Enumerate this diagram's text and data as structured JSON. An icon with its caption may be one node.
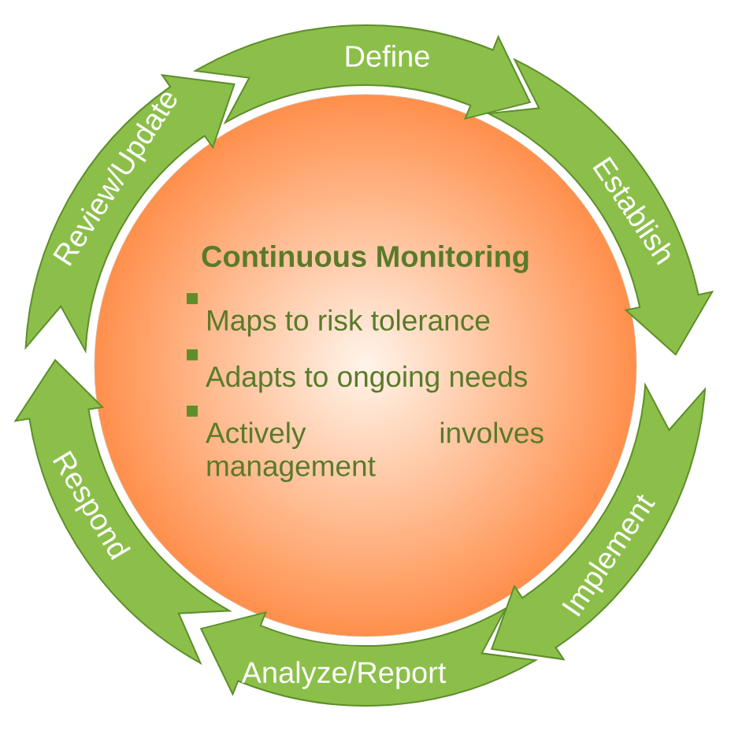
{
  "diagram": {
    "nodes": [
      {
        "text": [
          "Continuous Monitoring",
          "Maps to risk tolerance",
          "Adapts to ongoing needs",
          "Actively involves management"
        ]
      },
      {
        "text": [
          "Define"
        ]
      },
      {
        "text": [
          "Establish"
        ]
      },
      {
        "text": [
          "Implement"
        ]
      },
      {
        "text": [
          "Analyze/Report"
        ]
      },
      {
        "text": [
          "Respond"
        ]
      },
      {
        "text": [
          "Review/Update"
        ]
      }
    ]
  }
}
